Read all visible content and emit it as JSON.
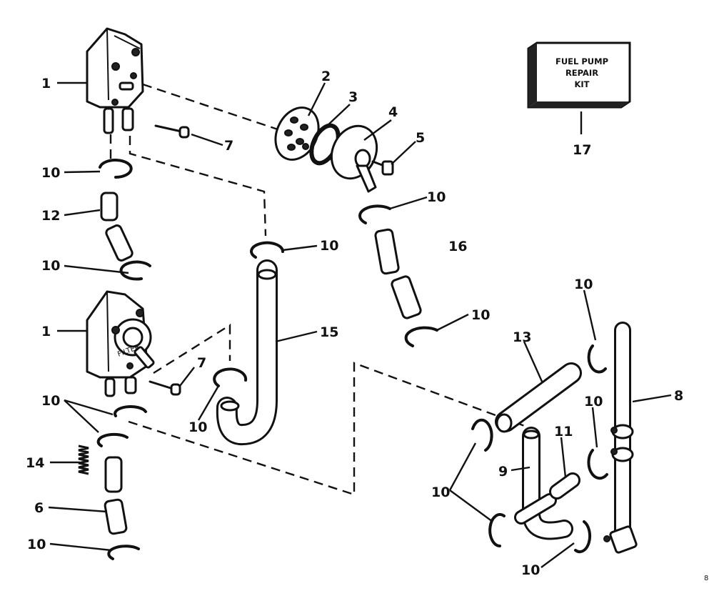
{
  "kit": {
    "line1": "FUEL PUMP",
    "line2": "REPAIR",
    "line3": "KIT"
  },
  "callouts": {
    "c1_top": "1",
    "c1_bottom": "1",
    "c2": "2",
    "c3": "3",
    "c4": "4",
    "c5": "5",
    "c6": "6",
    "c7_top": "7",
    "c7_bottom": "7",
    "c8": "8",
    "c9": "9",
    "c10_a": "10",
    "c10_b": "10",
    "c10_c": "10",
    "c10_d": "10",
    "c10_e": "10",
    "c10_f": "10",
    "c10_g": "10",
    "c10_h": "10",
    "c10_i": "10",
    "c10_j": "10",
    "c10_k": "10",
    "c10_l": "10",
    "c11": "11",
    "c12": "12",
    "c13": "13",
    "c14": "14",
    "c15": "15",
    "c16": "16",
    "c17": "17"
  },
  "footer": {
    "page_mark": "8"
  }
}
